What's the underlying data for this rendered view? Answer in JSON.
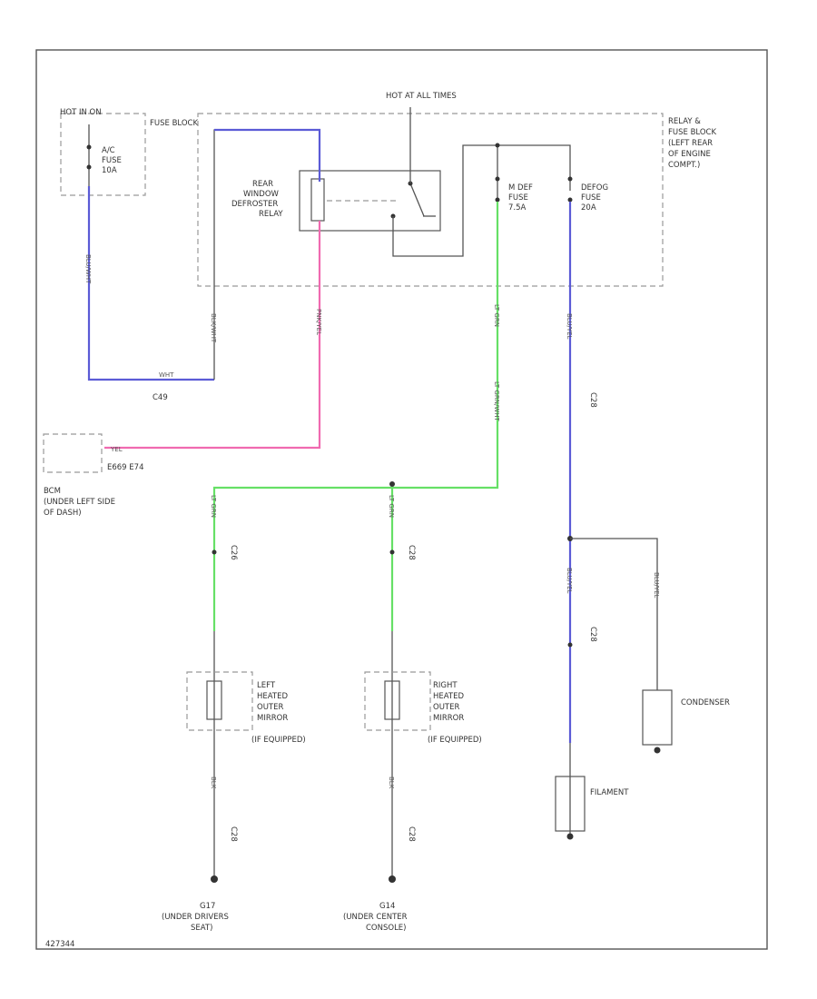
{
  "labels": {
    "hot_in_on": "HOT IN ON",
    "hot_at_all_times": "HOT AT ALL TIMES",
    "fuse_block": "FUSE BLOCK",
    "relay_fuse_block": [
      "RELAY &",
      "FUSE BLOCK",
      "(LEFT REAR",
      "OF ENGINE",
      "COMPT.)"
    ],
    "ac_fuse": [
      "A/C",
      "FUSE",
      "10A"
    ],
    "rear_relay": [
      "REAR",
      "WINDOW",
      "DEFROSTER",
      "RELAY"
    ],
    "mdef_fuse": [
      "M DEF",
      "FUSE",
      "7.5A"
    ],
    "defog_fuse": [
      "DEFOG",
      "FUSE",
      "20A"
    ],
    "bcm": [
      "BCM",
      "(UNDER LEFT SIDE",
      "OF DASH)"
    ],
    "bcm_conn": "E669 E74",
    "c49": "C49",
    "c26_top": "C26",
    "c28_top": "C28",
    "c28_right": "C28",
    "c28_lower": "C28",
    "c28_left_bottom": "C28",
    "c28_right_bottom": "C28",
    "left_mirror": [
      "LEFT",
      "HEATED",
      "OUTER",
      "MIRROR",
      "(IF EQUIPPED)"
    ],
    "right_mirror": [
      "RIGHT",
      "HEATED",
      "OUTER",
      "MIRROR",
      "(IF EQUIPPED)"
    ],
    "condenser": "CONDENSER",
    "filament": "FILAMENT",
    "g17": [
      "G17",
      "(UNDER DRIVERS",
      "SEAT)"
    ],
    "g14": [
      "G14",
      "(UNDER CENTER",
      "CONSOLE)"
    ],
    "footer": "427344"
  },
  "wires": {
    "bluewht": "BLU/WHT",
    "blkwht": "BLK/WHT",
    "pnk_yel": "YEL",
    "wht": "WHT",
    "ltgrn_wht": "LT GRN/WHT",
    "ltgrn": "LT GRN",
    "blu": "BLU/YEL",
    "blk": "BLK",
    "pnkylw": "PNK/YEL"
  },
  "colors": {
    "blue": "#5b5bd6",
    "pink": "#f06ab0",
    "green": "#66e066"
  }
}
